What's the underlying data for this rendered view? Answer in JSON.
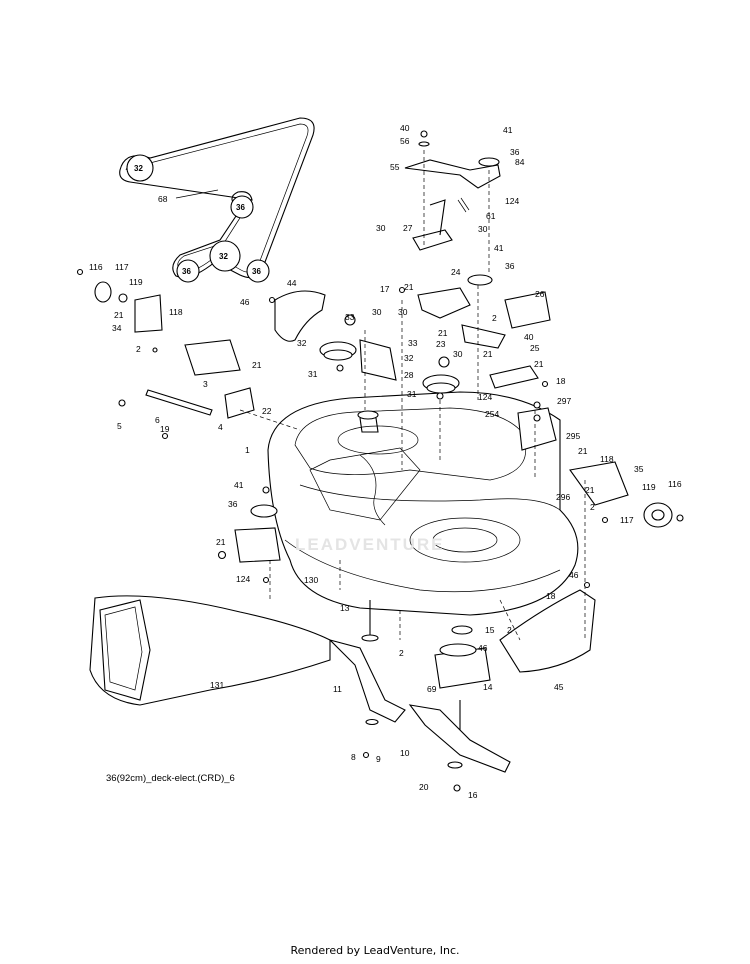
{
  "diagram_id": "36(92cm)_deck-elect.(CRD)_6",
  "footer": "Rendered by LeadVenture, Inc.",
  "watermark": "LEADVENTURE",
  "belt_pulley_labels": [
    "32",
    "36",
    "32",
    "36",
    "36"
  ],
  "part_labels": [
    "40",
    "41",
    "56",
    "36",
    "84",
    "55",
    "124",
    "61",
    "27",
    "30",
    "30",
    "41",
    "36",
    "24",
    "26",
    "2",
    "17",
    "21",
    "44",
    "46",
    "21",
    "23",
    "21",
    "33",
    "30",
    "30",
    "32",
    "32",
    "33",
    "30",
    "40",
    "25",
    "21",
    "28",
    "31",
    "31",
    "124",
    "18",
    "254",
    "297",
    "295",
    "21",
    "118",
    "35",
    "119",
    "116",
    "117",
    "296",
    "21",
    "2",
    "1",
    "5",
    "6",
    "4",
    "3",
    "21",
    "22",
    "19",
    "41",
    "36",
    "21",
    "124",
    "130",
    "46",
    "18",
    "13",
    "2",
    "15",
    "2",
    "46",
    "14",
    "45",
    "131",
    "11",
    "69",
    "10",
    "9",
    "8",
    "20",
    "16",
    "116",
    "117",
    "119",
    "21",
    "34",
    "2",
    "118",
    "68"
  ]
}
